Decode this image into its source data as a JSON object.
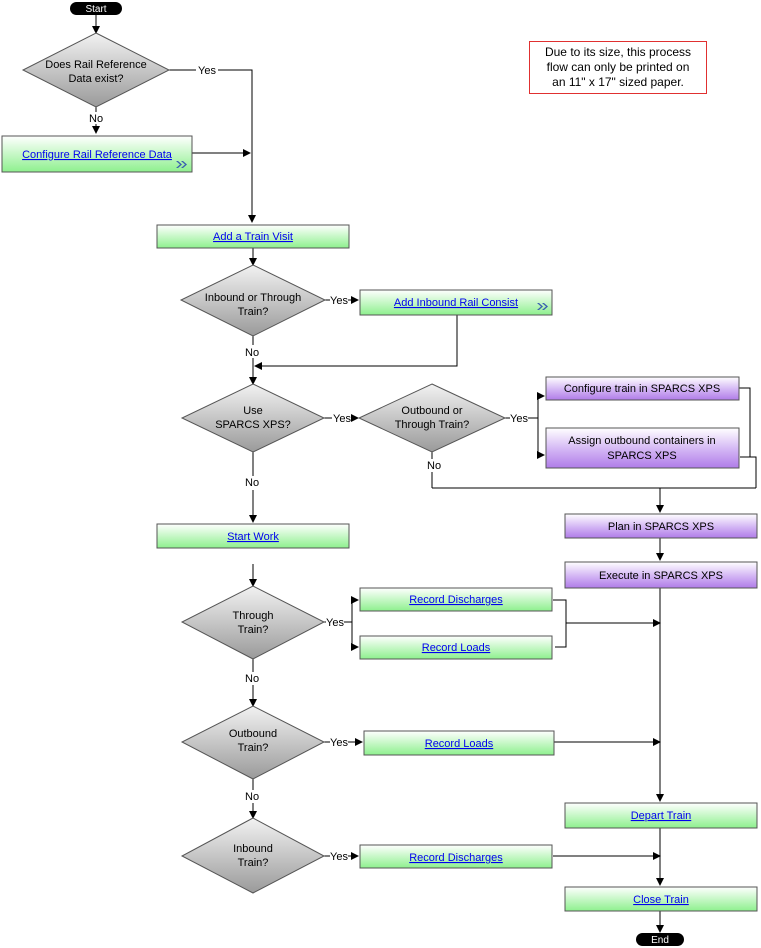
{
  "terminals": {
    "start": "Start",
    "end": "End"
  },
  "note": {
    "line1": "Due to its size, this process",
    "line2": "flow can only be printed on",
    "line3": "an 11\" x 17\" sized paper."
  },
  "decisions": {
    "rail_ref": [
      "Does Rail Reference",
      "Data exist?"
    ],
    "inbound_through": [
      "Inbound or Through",
      "Train?"
    ],
    "use_sparcs": [
      "Use",
      "SPARCS XPS?"
    ],
    "outbound_through": [
      "Outbound or",
      "Through Train?"
    ],
    "through": [
      "Through",
      "Train?"
    ],
    "outbound": [
      "Outbound",
      "Train?"
    ],
    "inbound": [
      "Inbound",
      "Train?"
    ]
  },
  "green_links": {
    "configure_rail": "Configure Rail Reference Data",
    "add_train_visit": "Add a Train Visit",
    "add_inbound_consist": "Add Inbound Rail Consist",
    "start_work": "Start Work",
    "record_discharges_1": "Record Discharges",
    "record_loads_1": "Record Loads",
    "record_loads_2": "Record Loads",
    "record_discharges_2": "Record Discharges",
    "depart_train": "Depart Train",
    "close_train": "Close Train"
  },
  "purple": {
    "configure_train": [
      "Configure train in SPARCS XPS"
    ],
    "assign_outbound": [
      "Assign outbound containers in",
      "SPARCS XPS"
    ],
    "plan": [
      "Plan in SPARCS XPS"
    ],
    "execute": [
      "Execute in SPARCS XPS"
    ]
  },
  "edge_labels": {
    "yes": "Yes",
    "no": "No"
  },
  "colors": {
    "green_top": "#ffffff",
    "green_bottom": "#8ef08e",
    "purple_top": "#ffffff",
    "purple_bottom": "#b07ce8",
    "diamond_top": "#f2f2f2",
    "diamond_bottom": "#9a9a9a",
    "link": "#0000ee"
  },
  "icons": {
    "subprocess": "double-chevron-icon"
  }
}
